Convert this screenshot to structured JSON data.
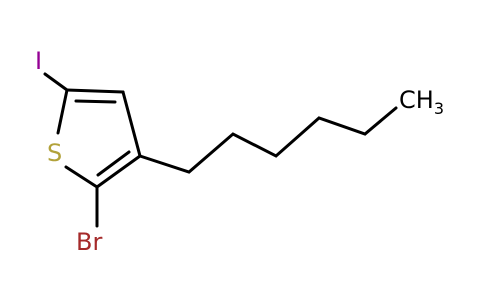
{
  "molecule": {
    "atoms": {
      "iodine": {
        "label": "I",
        "color": "#940094"
      },
      "sulfur": {
        "label": "S",
        "color": "#b2a23a"
      },
      "bromine": {
        "label": "Br",
        "color": "#a52a2a"
      },
      "methyl": {
        "label": "CH3",
        "color": "#000000"
      }
    },
    "bond_color": "#000000"
  }
}
